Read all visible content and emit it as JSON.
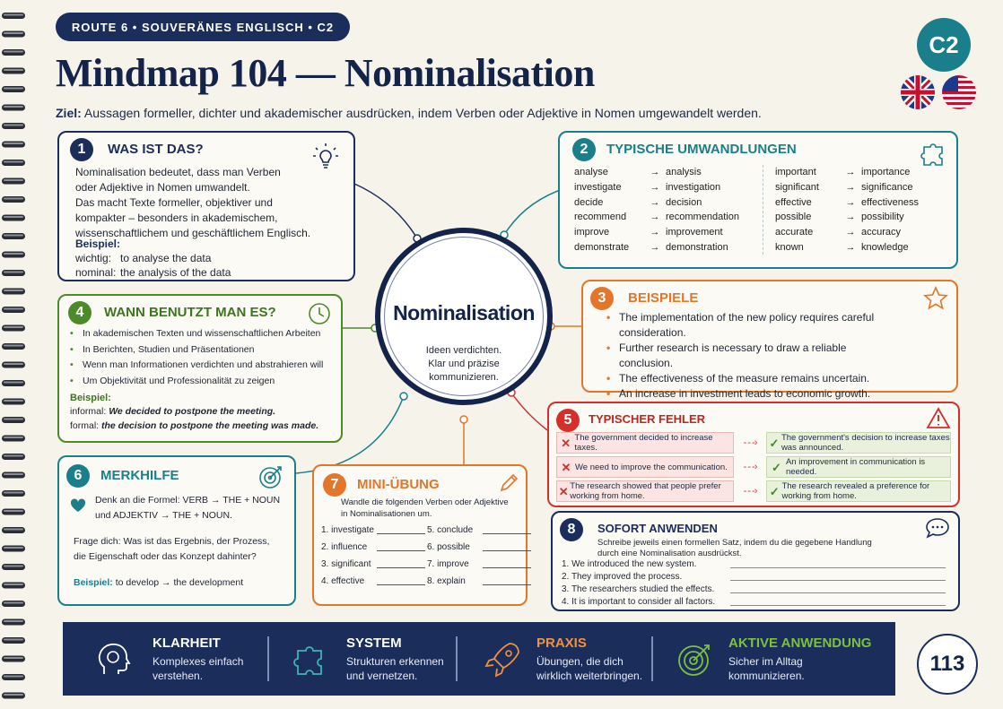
{
  "header": {
    "pill": "ROUTE 6  •  SOUVERÄNES ENGLISCH  •  C2",
    "title": "Mindmap 104 — Nominalisation",
    "goal_label": "Ziel:",
    "goal_text": "Aussagen formeller, dichter und akademischer ausdrücken, indem Verben oder Adjektive in Nomen umgewandelt werden.",
    "level": "C2"
  },
  "center": {
    "title": "Nominalisation",
    "subtitle_1": "Ideen verdichten.",
    "subtitle_2": "Klar und präzise",
    "subtitle_3": "kommunizieren."
  },
  "box1": {
    "num": "1",
    "title": "WAS IST DAS?",
    "line1": "Nominalisation bedeutet, dass man Verben",
    "line2": "oder Adjektive in Nomen umwandelt.",
    "line3": "Das macht Texte formeller, objektiver und",
    "line4": "kompakter – besonders in akademischem,",
    "line5": "wissenschaftlichem und geschäftlichem Englisch.",
    "example_label": "Beispiel:",
    "ex1_label": "wichtig:",
    "ex1_text": "to analyse the data",
    "ex2_label": "nominal:",
    "ex2_text": "the analysis of the data"
  },
  "box2": {
    "num": "2",
    "title": "TYPISCHE UMWANDLUNGEN",
    "arrow": "→",
    "left": [
      [
        "analyse",
        "analysis"
      ],
      [
        "investigate",
        "investigation"
      ],
      [
        "decide",
        "decision"
      ],
      [
        "recommend",
        "recommendation"
      ],
      [
        "improve",
        "improvement"
      ],
      [
        "demonstrate",
        "demonstration"
      ]
    ],
    "right": [
      [
        "important",
        "importance"
      ],
      [
        "significant",
        "significance"
      ],
      [
        "effective",
        "effectiveness"
      ],
      [
        "possible",
        "possibility"
      ],
      [
        "accurate",
        "accuracy"
      ],
      [
        "known",
        "knowledge"
      ]
    ]
  },
  "box3": {
    "num": "3",
    "title": "BEISPIELE",
    "items": [
      "The implementation of the new policy requires careful consideration.",
      "Further research is necessary to draw a reliable conclusion.",
      "The effectiveness of the measure remains uncertain.",
      "An increase in investment leads to economic growth."
    ]
  },
  "box4": {
    "num": "4",
    "title": "WANN BENUTZT MAN ES?",
    "items": [
      "In akademischen Texten und wissenschaftlichen Arbeiten",
      "In Berichten, Studien und Präsentationen",
      "Wenn man Informationen verdichten und abstrahieren will",
      "Um Objektivität und Professionalität zu zeigen"
    ],
    "example_label": "Beispiel:",
    "ex1_label": "informal:",
    "ex1_text": "We decided to postpone the meeting.",
    "ex2_label": "formal:",
    "ex2_text": "the decision to postpone the meeting was made."
  },
  "box5": {
    "num": "5",
    "title": "TYPISCHER FEHLER",
    "rows": [
      {
        "wrong": "The government decided to increase taxes.",
        "right": "The government's decision to increase taxes was announced."
      },
      {
        "wrong": "We need to improve the communication.",
        "right": "An improvement in communication is needed."
      },
      {
        "wrong": "The research showed that people prefer working from home.",
        "right": "The research revealed a preference for working from home."
      }
    ]
  },
  "box6": {
    "num": "6",
    "title": "MERKHILFE",
    "formula_1": "Denk an die Formel: VERB → THE + NOUN",
    "formula_2": "und ADJEKTIV → THE + NOUN.",
    "q1": "Frage dich: Was ist das Ergebnis, der Prozess,",
    "q2": "die Eigenschaft oder das Konzept dahinter?",
    "example_label": "Beispiel:",
    "example_text": "to develop → the development"
  },
  "box7": {
    "num": "7",
    "title": "MINI-ÜBUNG",
    "instr1": "Wandle die folgenden Verben oder Adjektive",
    "instr2": "in Nominalisationen um.",
    "items": [
      "1.  investigate",
      "2.  influence",
      "3.  significant",
      "4.  effective",
      "5.  conclude",
      "6.  possible",
      "7.  improve",
      "8.  explain"
    ]
  },
  "box8": {
    "num": "8",
    "title": "SOFORT ANWENDEN",
    "instr1": "Schreibe jeweils einen formellen Satz, indem du die gegebene Handlung",
    "instr2": "durch eine Nominalisation ausdrückst.",
    "items": [
      "1.  We introduced the new system.",
      "2.  They improved the process.",
      "3.  The researchers studied the effects.",
      "4.  It is important to consider all factors."
    ]
  },
  "footer": {
    "features": [
      {
        "title": "KLARHEIT",
        "desc1": "Komplexes einfach",
        "desc2": "verstehen."
      },
      {
        "title": "SYSTEM",
        "desc1": "Strukturen erkennen",
        "desc2": "und vernetzen."
      },
      {
        "title": "PRAXIS",
        "desc1": "Übungen, die dich",
        "desc2": "wirklich weiterbringen."
      },
      {
        "title": "AKTIVE ANWENDUNG",
        "desc1": "Sicher im Alltag",
        "desc2": "kommunizieren."
      }
    ],
    "page": "113"
  },
  "colors": {
    "navy": "#1b2d5b",
    "teal": "#1a7f8a",
    "green": "#4d8a2a",
    "orange": "#e2762b",
    "red": "#d52f2b"
  }
}
